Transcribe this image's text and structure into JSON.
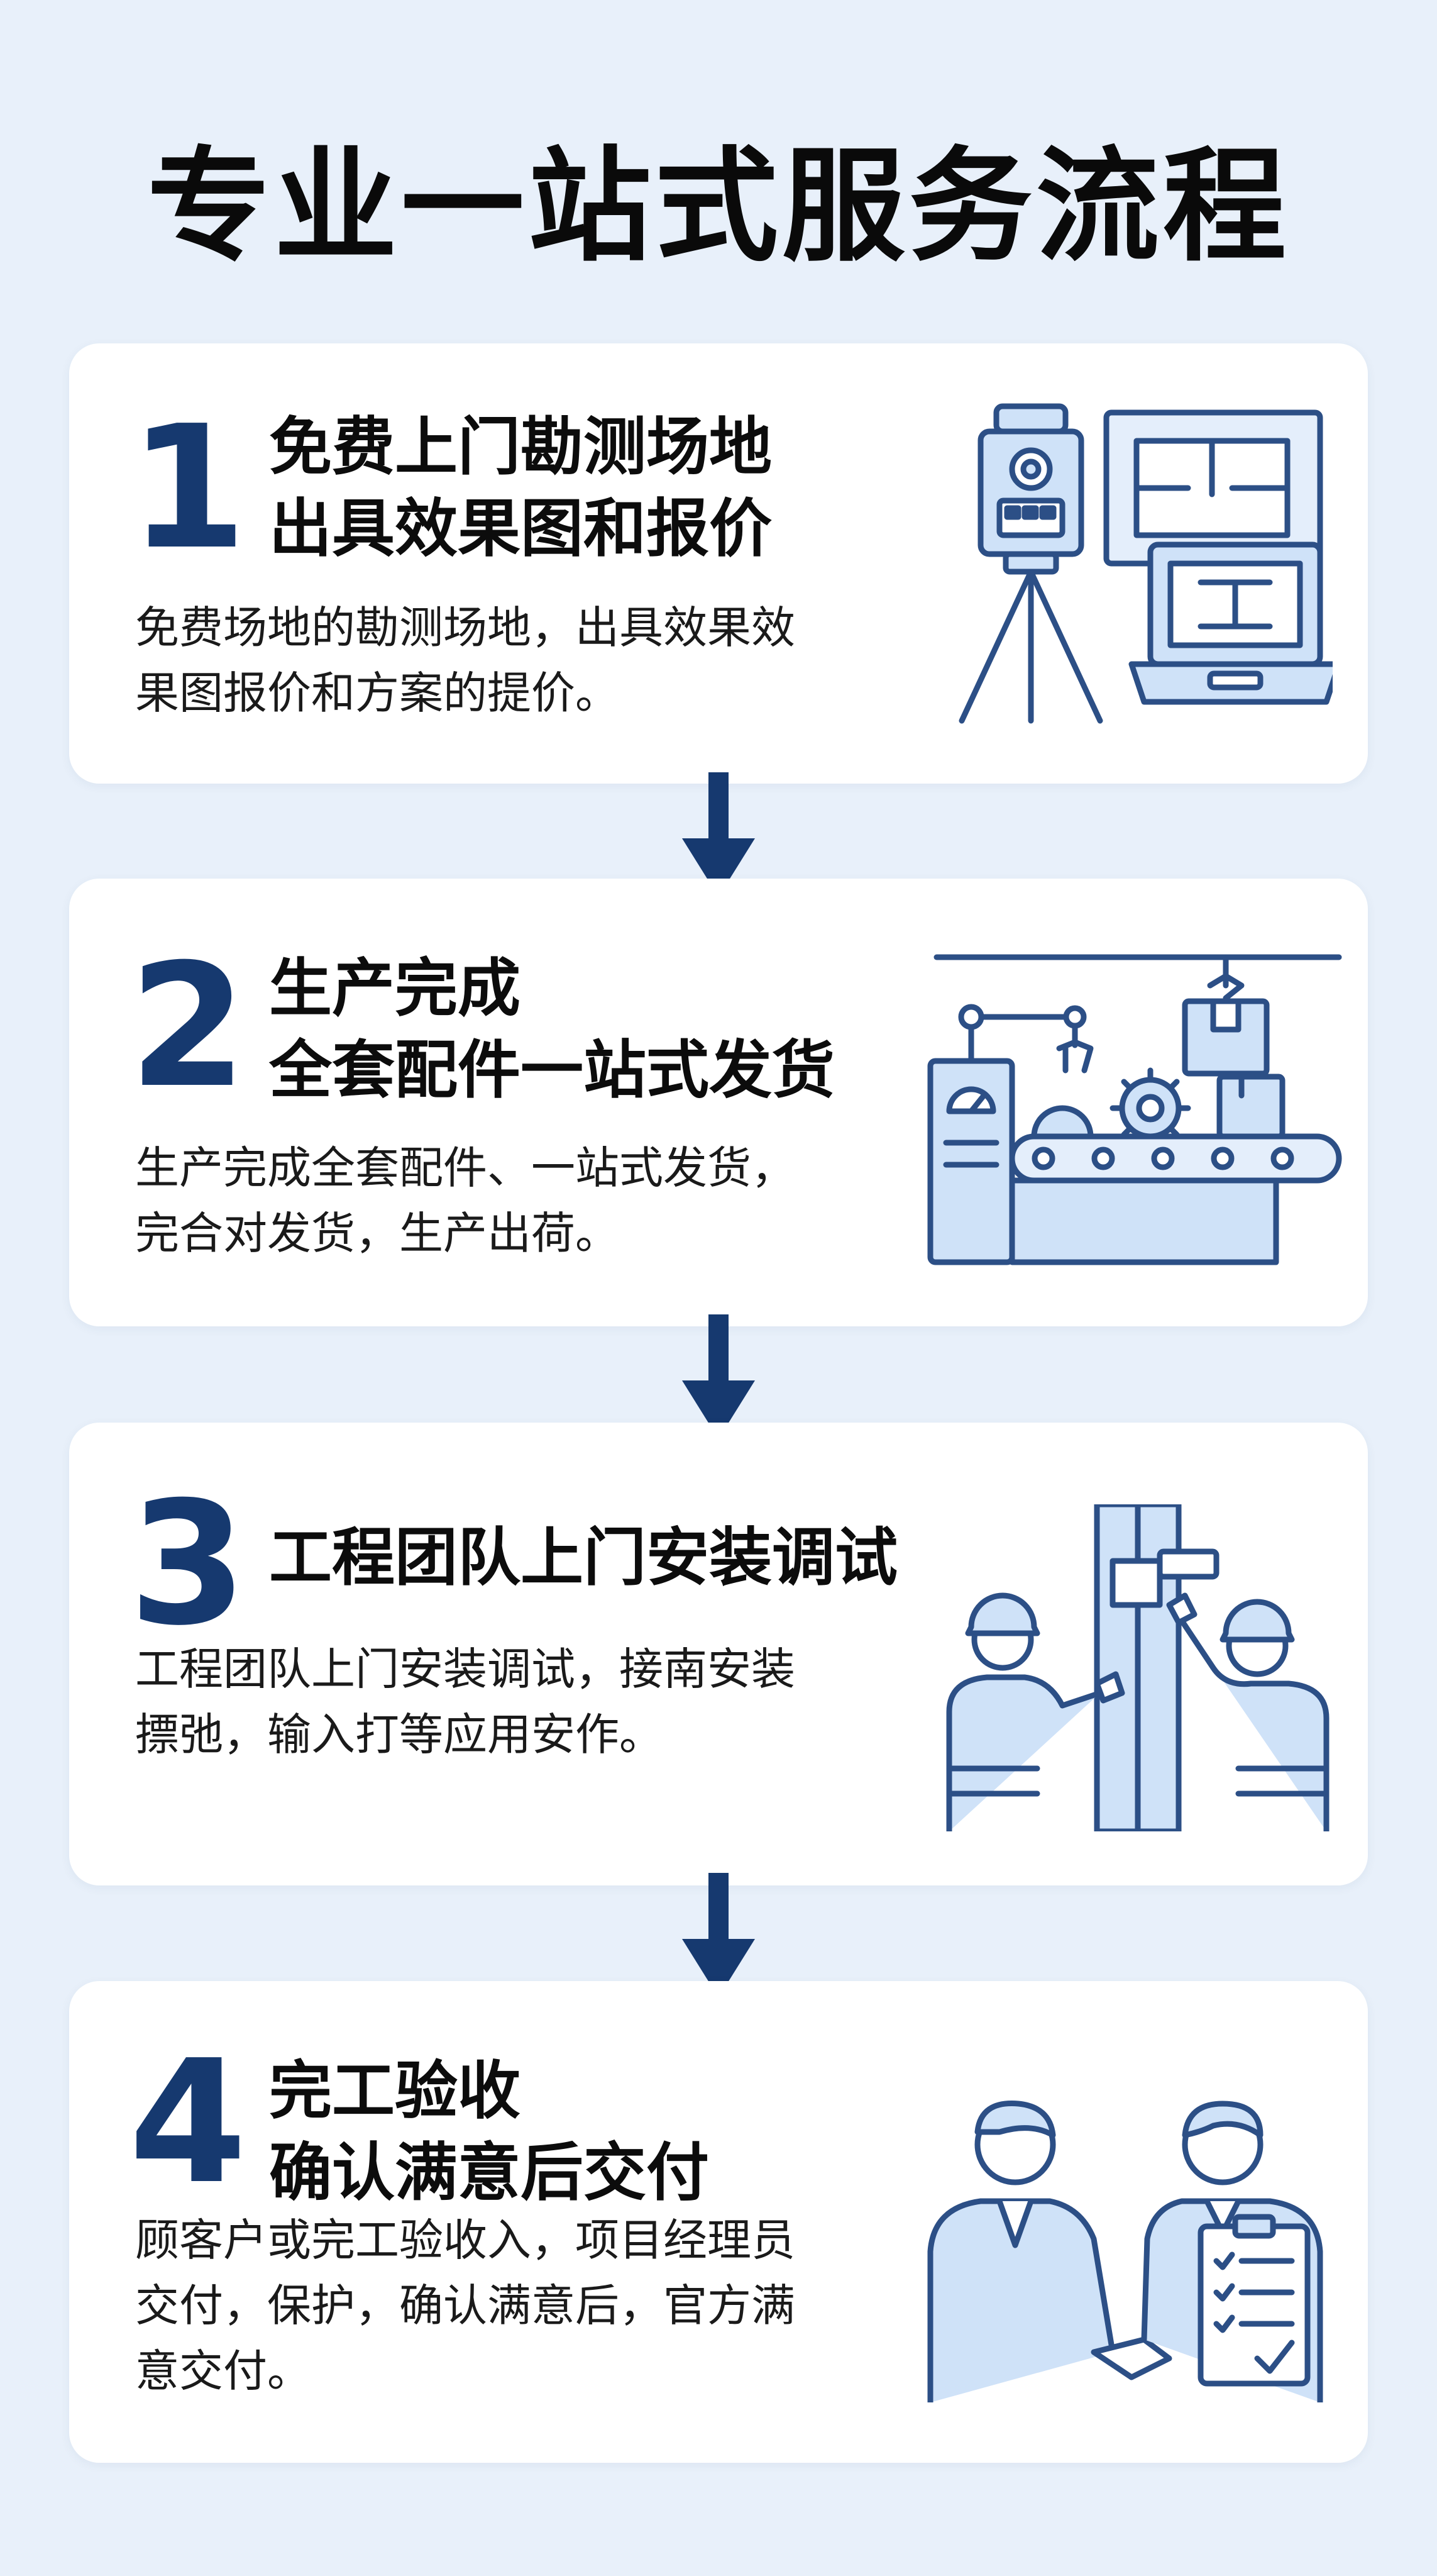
{
  "title": "专业一站式服务流程",
  "steps": [
    {
      "number": "1",
      "heading_lines": [
        "免费上门勘测场地",
        "出具效果图和报价"
      ],
      "description_lines": [
        "免费场地的勘测场地，出具效果效",
        "果图报价和方案的提价。"
      ],
      "icons": [
        "total-station-icon",
        "blueprint-laptop-icon"
      ]
    },
    {
      "number": "2",
      "heading_lines": [
        "生产完成",
        "全套配件一站式发货"
      ],
      "description_lines": [
        "生产完成全套配件、一站式发货，",
        "完合对发货，生产出荷。"
      ],
      "icons": [
        "factory-conveyor-icon"
      ]
    },
    {
      "number": "3",
      "heading_lines": [
        "工程团队上门安装调试"
      ],
      "description_lines": [
        "工程团队上门安装调试，接南安装",
        "摽弛，输入打等应用安作。"
      ],
      "icons": [
        "installation-workers-icon"
      ]
    },
    {
      "number": "4",
      "heading_lines": [
        "完工验收",
        "确认满意后交付"
      ],
      "description_lines": [
        "顾客户或完工验收入，项目经理员",
        "交付，保护，确认满意后，官方满",
        "意交付。"
      ],
      "icons": [
        "handshake-checklist-icon"
      ]
    }
  ],
  "colors": {
    "background": "#e8f0fa",
    "card": "#ffffff",
    "accent": "#16396f",
    "illustration_fill": "#cfe2f8",
    "illustration_stroke": "#2c4f86"
  }
}
